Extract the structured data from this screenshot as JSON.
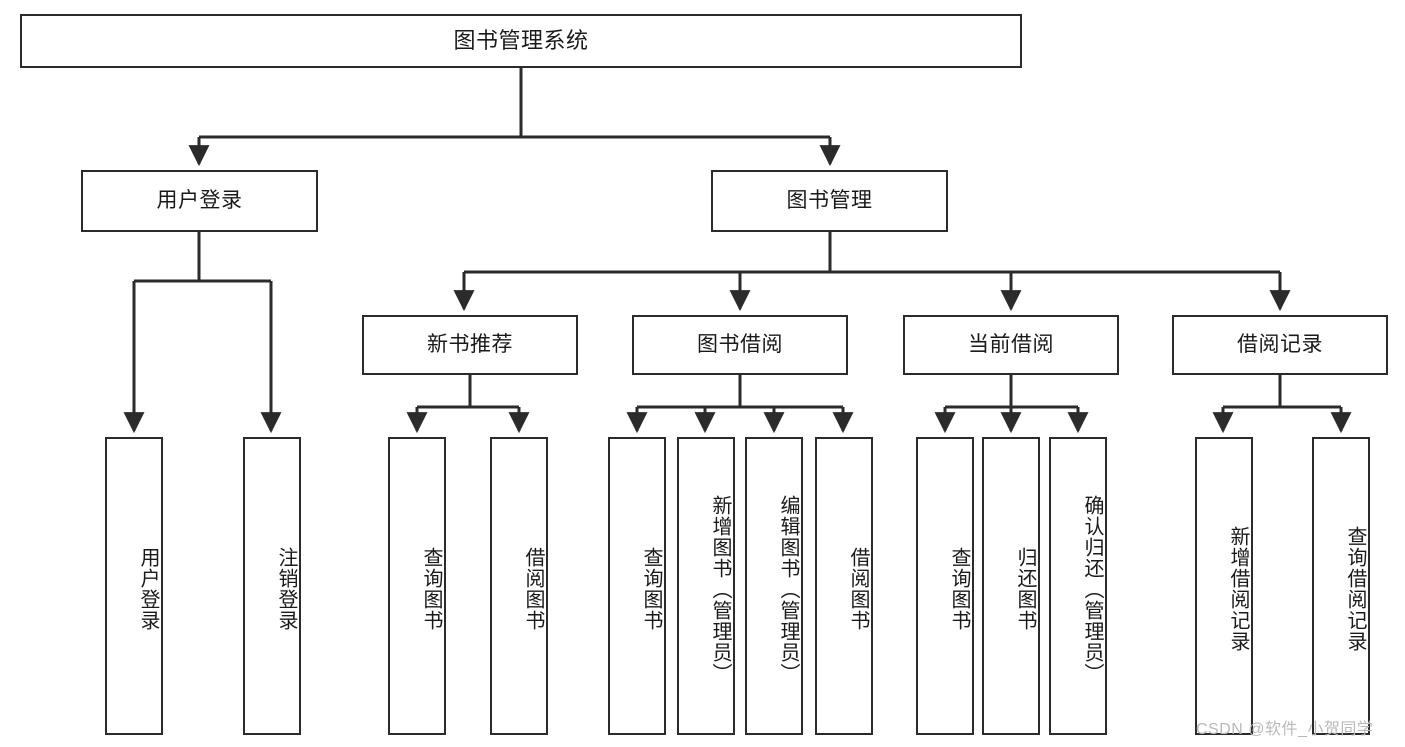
{
  "diagram": {
    "title": "图书管理系统",
    "type": "tree-hierarchy-chart",
    "orientation": "top-down",
    "colors": {
      "box_border": "#2b2b2b",
      "box_fill": "#ffffff",
      "edge": "#2b2b2b",
      "text": "#1a1a1a",
      "watermark": "#b9b9b9",
      "background": "#ffffff"
    },
    "root": {
      "label": "图书管理系统"
    },
    "level2": [
      {
        "id": "user-login",
        "label": "用户登录"
      },
      {
        "id": "book-manage",
        "label": "图书管理"
      }
    ],
    "level3": [
      {
        "id": "new-book-recommend",
        "label": "新书推荐",
        "parent": "book-manage"
      },
      {
        "id": "book-borrow",
        "label": "图书借阅",
        "parent": "book-manage"
      },
      {
        "id": "current-borrow",
        "label": "当前借阅",
        "parent": "book-manage"
      },
      {
        "id": "borrow-record",
        "label": "借阅记录",
        "parent": "book-manage"
      }
    ],
    "leaves": {
      "user-login": [
        {
          "id": "leaf-user-login",
          "label": "用户登录"
        },
        {
          "id": "leaf-user-logout",
          "label": "注销登录"
        }
      ],
      "new-book-recommend": [
        {
          "id": "leaf-query-book-1",
          "label": "查询图书"
        },
        {
          "id": "leaf-borrow-book-1",
          "label": "借阅图书"
        }
      ],
      "book-borrow": [
        {
          "id": "leaf-query-book-2",
          "label": "查询图书"
        },
        {
          "id": "leaf-add-book",
          "label": "新增图书（管理员）"
        },
        {
          "id": "leaf-edit-book",
          "label": "编辑图书（管理员）"
        },
        {
          "id": "leaf-borrow-book-2",
          "label": "借阅图书"
        }
      ],
      "current-borrow": [
        {
          "id": "leaf-query-book-3",
          "label": "查询图书"
        },
        {
          "id": "leaf-return-book",
          "label": "归还图书"
        },
        {
          "id": "leaf-confirm-return",
          "label": "确认归还（管理员）"
        }
      ],
      "borrow-record": [
        {
          "id": "leaf-add-record",
          "label": "新增借阅记录"
        },
        {
          "id": "leaf-query-record",
          "label": "查询借阅记录"
        }
      ]
    }
  },
  "watermark": {
    "text": "CSDN @软件_小贺同学"
  }
}
